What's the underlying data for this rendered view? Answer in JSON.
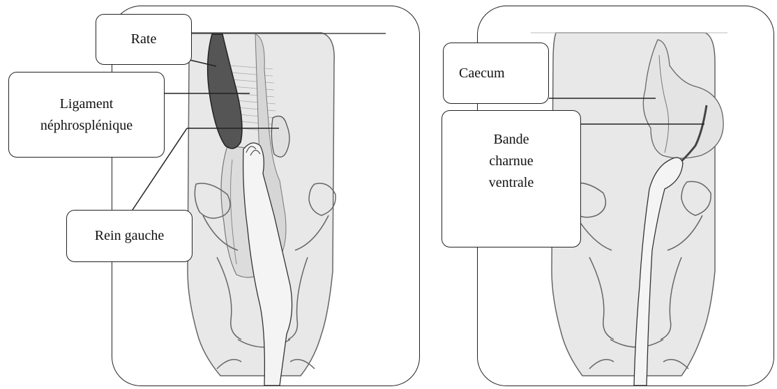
{
  "labels": {
    "rate": "Rate",
    "ligament": "Ligament\nnéphrosplénique",
    "rein_gauche": "Rein gauche",
    "caecum": "Caecum",
    "bande": "Bande\ncharnue\nventrale"
  },
  "colors": {
    "body_fill": "#e8e8e8",
    "outline": "#222222",
    "spleen": "#555555",
    "organ_fill": "#dcdcdc",
    "arm_fill": "#f4f4f4"
  }
}
